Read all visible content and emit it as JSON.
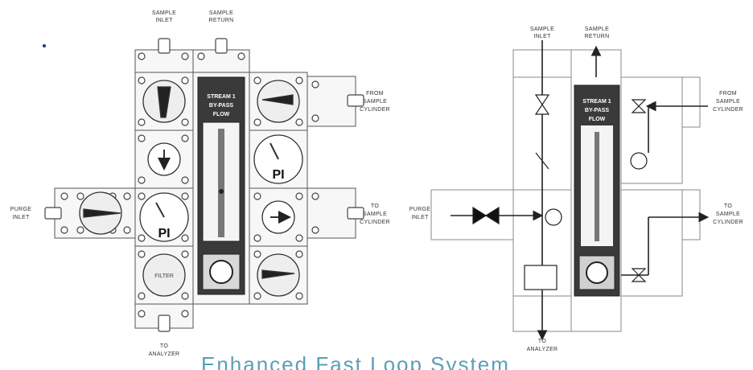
{
  "caption": "Enhanced Fast Loop System",
  "left_panel": {
    "sample_inlet": [
      "SAMPLE",
      "INLET"
    ],
    "sample_return": [
      "SAMPLE",
      "RETURN"
    ],
    "from_sample_cylinder": [
      "FROM",
      "SAMPLE",
      "CYLINDER"
    ],
    "purge_inlet": [
      "PURGE",
      "INLET"
    ],
    "to_sample_cylinder": [
      "TO",
      "SAMPLE",
      "CYLINDER"
    ],
    "to_analyzer": [
      "TO",
      "ANALYZER"
    ],
    "flow_window": [
      "STREAM 1",
      "BY-PASS",
      "FLOW"
    ],
    "gauge_upper": "PI",
    "gauge_lower": "PI",
    "filter": "FILTER"
  },
  "right_panel": {
    "sample_inlet": [
      "SAMPLE",
      "INLET"
    ],
    "sample_return": [
      "SAMPLE",
      "RETURN"
    ],
    "from_sample_cylinder": [
      "FROM",
      "SAMPLE",
      "CYLINDER"
    ],
    "purge_inlet": [
      "PURGE",
      "INLET"
    ],
    "to_sample_cylinder": [
      "TO",
      "SAMPLE",
      "CYLINDER"
    ],
    "to_analyzer": [
      "TO",
      "ANALYZER"
    ],
    "flow_window": [
      "STREAM 1",
      "BY-PASS",
      "FLOW"
    ]
  }
}
